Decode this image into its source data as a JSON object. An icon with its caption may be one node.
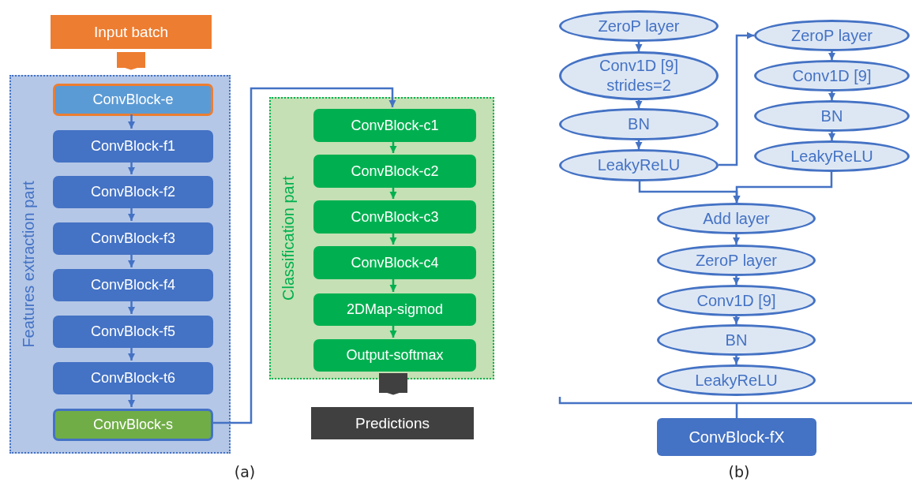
{
  "diagram": {
    "nodes": [
      {
        "text": [
          "Input batch"
        ]
      },
      {
        "text": [
          "Features extraction part"
        ]
      },
      {
        "text": [
          "ConvBlock-e"
        ],
        "in": 1
      },
      {
        "text": [
          "ConvBlock-f1"
        ],
        "in": 1
      },
      {
        "text": [
          "ConvBlock-f2"
        ],
        "in": 1
      },
      {
        "text": [
          "ConvBlock-f3"
        ],
        "in": 1
      },
      {
        "text": [
          "ConvBlock-f4"
        ],
        "in": 1
      },
      {
        "text": [
          "ConvBlock-f5"
        ],
        "in": 1
      },
      {
        "text": [
          "ConvBlock-t6"
        ],
        "in": 1
      },
      {
        "text": [
          "ConvBlock-s"
        ],
        "in": 1
      },
      {
        "text": [
          "Classification part"
        ]
      },
      {
        "text": [
          "ConvBlock-c1"
        ],
        "in": 10
      },
      {
        "text": [
          "ConvBlock-c2"
        ],
        "in": 10
      },
      {
        "text": [
          "ConvBlock-c3"
        ],
        "in": 10
      },
      {
        "text": [
          "ConvBlock-c4"
        ],
        "in": 10
      },
      {
        "text": [
          "2DMap-sigmod"
        ],
        "in": 10
      },
      {
        "text": [
          "Output-softmax"
        ],
        "in": 10
      },
      {
        "text": [
          "Predictions"
        ]
      },
      {
        "text": [
          "ZeroP layer"
        ]
      },
      {
        "text": [
          "Conv1D [9] strides=2"
        ]
      },
      {
        "text": [
          "BN"
        ]
      },
      {
        "text": [
          "LeakyReLU"
        ]
      },
      {
        "text": [
          "ZeroP layer"
        ]
      },
      {
        "text": [
          "Conv1D [9]"
        ]
      },
      {
        "text": [
          "BN"
        ]
      },
      {
        "text": [
          "LeakyReLU"
        ]
      },
      {
        "text": [
          "Add layer"
        ]
      },
      {
        "text": [
          "ZeroP layer"
        ]
      },
      {
        "text": [
          "Conv1D [9]"
        ]
      },
      {
        "text": [
          "BN"
        ]
      },
      {
        "text": [
          "LeakyReLU"
        ]
      },
      {
        "text": [
          "ConvBlock-fX"
        ]
      }
    ],
    "edges": [
      {
        "from": 0,
        "to": 2,
        "arrow": "to",
        "style": "thick",
        "color": "#ed7d31"
      },
      {
        "from": 2,
        "to": 3,
        "arrow": "to"
      },
      {
        "from": 3,
        "to": 4,
        "arrow": "to"
      },
      {
        "from": 4,
        "to": 5,
        "arrow": "to"
      },
      {
        "from": 5,
        "to": 6,
        "arrow": "to"
      },
      {
        "from": 6,
        "to": 7,
        "arrow": "to"
      },
      {
        "from": 7,
        "to": 8,
        "arrow": "to"
      },
      {
        "from": 8,
        "to": 9,
        "arrow": "to"
      },
      {
        "from": 9,
        "to": 11,
        "arrow": "to"
      },
      {
        "from": 11,
        "to": 12,
        "arrow": "to",
        "color": "#00b050"
      },
      {
        "from": 12,
        "to": 13,
        "arrow": "to",
        "color": "#00b050"
      },
      {
        "from": 13,
        "to": 14,
        "arrow": "to",
        "color": "#00b050"
      },
      {
        "from": 14,
        "to": 15,
        "arrow": "to",
        "color": "#00b050"
      },
      {
        "from": 15,
        "to": 16,
        "arrow": "to",
        "color": "#00b050"
      },
      {
        "from": 16,
        "to": 17,
        "arrow": "to",
        "style": "thick",
        "color": "#404040"
      },
      {
        "from": 18,
        "to": 19,
        "arrow": "to"
      },
      {
        "from": 19,
        "to": 20,
        "arrow": "to"
      },
      {
        "from": 20,
        "to": 21,
        "arrow": "to"
      },
      {
        "from": 21,
        "to": 22,
        "arrow": "to"
      },
      {
        "from": 22,
        "to": 23,
        "arrow": "to"
      },
      {
        "from": 23,
        "to": 24,
        "arrow": "to"
      },
      {
        "from": 24,
        "to": 25,
        "arrow": "to"
      },
      {
        "from": 21,
        "to": 26,
        "arrow": "to"
      },
      {
        "from": 25,
        "to": 26,
        "arrow": "to"
      },
      {
        "from": 26,
        "to": 27,
        "arrow": "to"
      },
      {
        "from": 27,
        "to": 28,
        "arrow": "to"
      },
      {
        "from": 28,
        "to": 29,
        "arrow": "to"
      },
      {
        "from": 29,
        "to": 30,
        "arrow": "to"
      }
    ],
    "labels": [
      "(a)",
      "(b)"
    ]
  }
}
